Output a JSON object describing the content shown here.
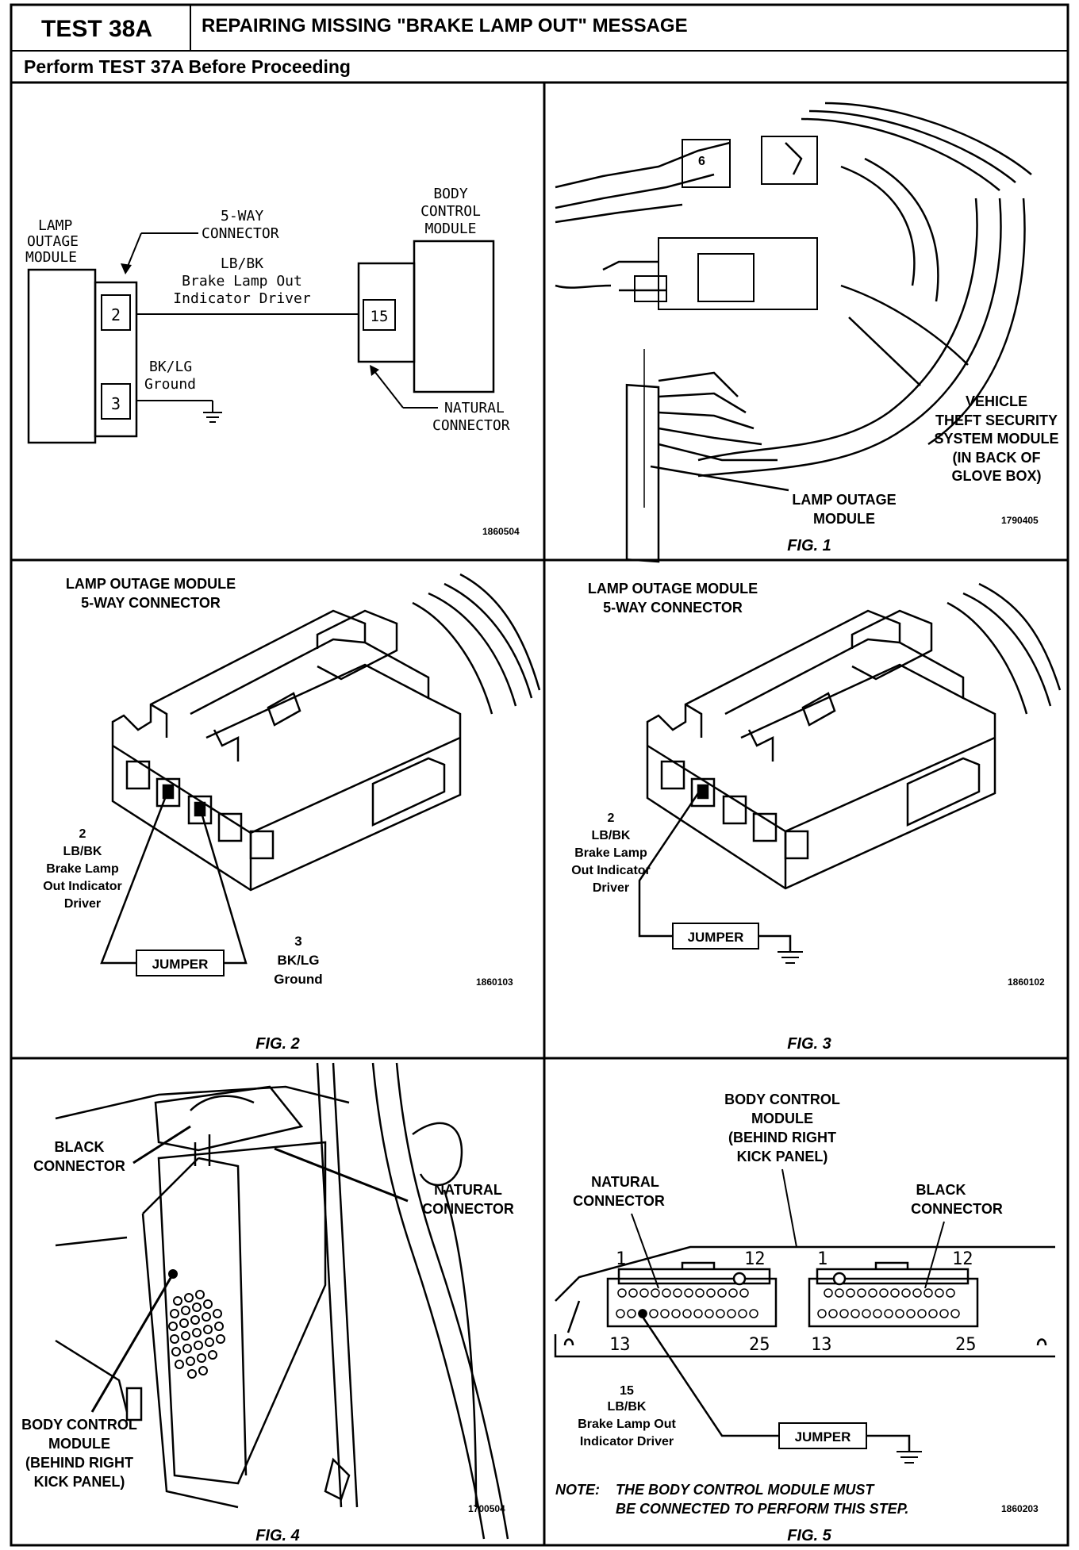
{
  "header": {
    "test_id": "TEST 38A",
    "title": "REPAIRING MISSING \"BRAKE LAMP OUT\" MESSAGE",
    "subtitle": "Perform TEST 37A Before Proceeding"
  },
  "schematic": {
    "lamp_outage_module": [
      "LAMP",
      "OUTAGE",
      "MODULE"
    ],
    "five_way_connector": [
      "5-WAY",
      "CONNECTOR"
    ],
    "body_control_module": [
      "BODY",
      "CONTROL",
      "MODULE"
    ],
    "pin_2": "2",
    "pin_3": "3",
    "pin_15": "15",
    "wire_lbbk": [
      "LB/BK",
      "Brake Lamp Out",
      "Indicator Driver"
    ],
    "wire_bklg": [
      "BK/LG",
      "Ground"
    ],
    "natural_connector": [
      "NATURAL",
      "CONNECTOR"
    ],
    "ref": "1860504"
  },
  "fig1": {
    "caption": "FIG. 1",
    "vtss_label": [
      "VEHICLE",
      "THEFT SECURITY",
      "SYSTEM MODULE",
      "(IN BACK OF",
      "GLOVE BOX)"
    ],
    "lom_label": [
      "LAMP OUTAGE",
      "MODULE"
    ],
    "ref": "1790405"
  },
  "fig2": {
    "caption": "FIG. 2",
    "title": [
      "LAMP OUTAGE MODULE",
      "5-WAY CONNECTOR"
    ],
    "pin2_label": [
      "2",
      "LB/BK",
      "Brake Lamp",
      "Out Indicator",
      "Driver"
    ],
    "pin3_label": [
      "3",
      "BK/LG",
      "Ground"
    ],
    "jumper": "JUMPER",
    "ref": "1860103"
  },
  "fig3": {
    "caption": "FIG. 3",
    "title": [
      "LAMP OUTAGE MODULE",
      "5-WAY CONNECTOR"
    ],
    "pin2_label": [
      "2",
      "LB/BK",
      "Brake Lamp",
      "Out Indicator",
      "Driver"
    ],
    "jumper": "JUMPER",
    "ref": "1860102"
  },
  "fig4": {
    "caption": "FIG. 4",
    "black_connector": [
      "BLACK",
      "CONNECTOR"
    ],
    "natural_connector": [
      "NATURAL",
      "CONNECTOR"
    ],
    "bcm_label": [
      "BODY CONTROL",
      "MODULE",
      "(BEHIND RIGHT",
      "KICK PANEL)"
    ],
    "ref": "1700504"
  },
  "fig5": {
    "caption": "FIG. 5",
    "bcm_label": [
      "BODY CONTROL",
      "MODULE",
      "(BEHIND RIGHT",
      "KICK PANEL)"
    ],
    "natural_connector": [
      "NATURAL",
      "CONNECTOR"
    ],
    "black_connector": [
      "BLACK",
      "CONNECTOR"
    ],
    "pin_numbers": {
      "a": "1",
      "b": "12",
      "c": "13",
      "d": "25"
    },
    "pin15_label": [
      "15",
      "LB/BK",
      "Brake Lamp Out",
      "Indicator Driver"
    ],
    "jumper": "JUMPER",
    "note_prefix": "NOTE:",
    "note": [
      "THE BODY CONTROL MODULE MUST",
      "BE CONNECTED TO PERFORM THIS STEP."
    ],
    "ref": "1860203"
  }
}
